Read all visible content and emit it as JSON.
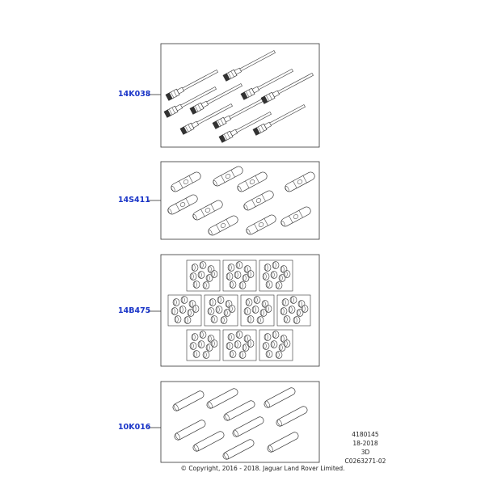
{
  "parts": [
    {
      "id": "14K038",
      "label": "14K038",
      "kind": "terminal"
    },
    {
      "id": "14S411",
      "label": "14S411",
      "kind": "splice"
    },
    {
      "id": "14B475",
      "label": "14B475",
      "kind": "seal"
    },
    {
      "id": "10K016",
      "label": "10K016",
      "kind": "sleeve"
    }
  ],
  "illustration_info": {
    "number": "4180145",
    "date": "18-2018",
    "view": "3D",
    "code": "C0263271-02"
  },
  "copyright": "© Copyright, 2016 - 2018. Jaguar Land Rover Limited.",
  "colors": {
    "label": "#1a35c8",
    "line": "#333333"
  }
}
